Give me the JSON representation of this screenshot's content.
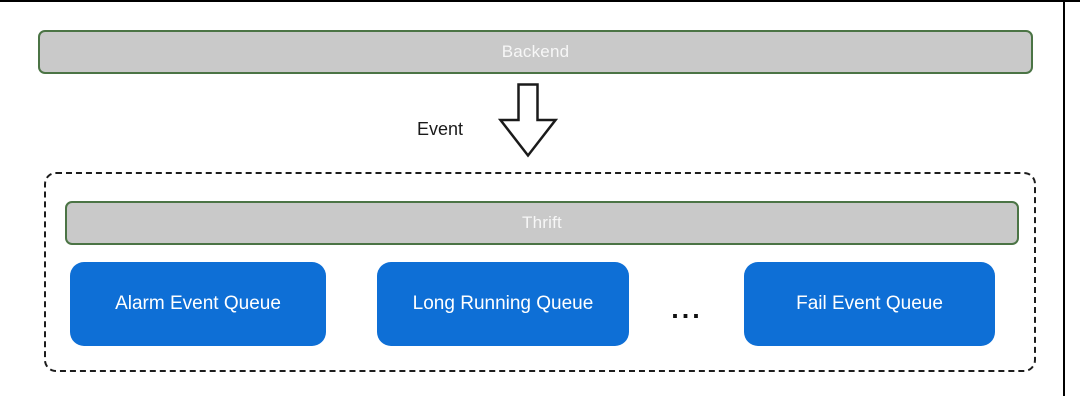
{
  "diagram": {
    "backend": {
      "label": "Backend"
    },
    "event_arrow": {
      "label": "Event"
    },
    "thrift_container": {
      "thrift_bar": {
        "label": "Thrift"
      },
      "queues": [
        {
          "label": "Alarm Event Queue"
        },
        {
          "label": "Long Running Queue"
        },
        {
          "label": "Fail Event Queue"
        }
      ],
      "ellipsis": "..."
    },
    "colors": {
      "bar_fill": "#c9c9c9",
      "bar_border": "#4b7445",
      "bar_text": "#f7f7f7",
      "queue_fill": "#0e6fd6",
      "queue_text": "#ffffff",
      "arrow_stroke": "#1a1a1a",
      "dashed_border": "#1c1c1c"
    }
  }
}
